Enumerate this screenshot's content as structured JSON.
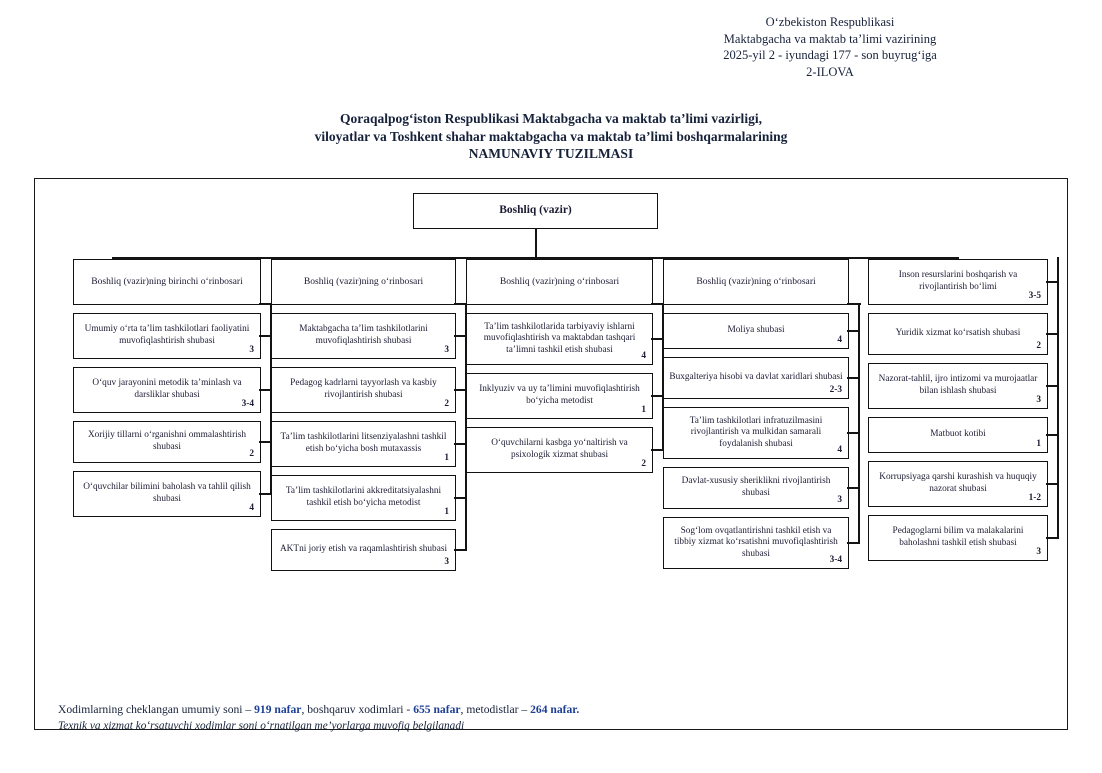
{
  "header": {
    "line1": "O‘zbekiston Respublikasi",
    "line2": "Maktabgacha va maktab ta’limi vazirining",
    "line3": "2025-yil 2 - iyundagi 177 - son buyrug‘iga",
    "line4": "2-ILOVA"
  },
  "title": {
    "line1": "Qoraqalpog‘iston Respublikasi Maktabgacha va maktab ta’limi vazirligi,",
    "line2": "viloyatlar va Toshkent shahar  maktabgacha va maktab ta’limi boshqarmalarining",
    "line3": "NAMUNAVIY TUZILMASI"
  },
  "chart_data": {
    "type": "diagram",
    "root": {
      "label": "Boshliq (vazir)"
    },
    "columns": [
      {
        "head": "Boshliq (vazir)ning birinchi o‘rinbosari",
        "items": [
          {
            "label": "Umumiy o‘rta ta’lim tashkilotlari faoliyatini muvofiqlashtirish shubasi",
            "count": "3"
          },
          {
            "label": "O‘quv jarayonini metodik ta’minlash va darsliklar shubasi",
            "count": "3-4"
          },
          {
            "label": "Xorijiy tillarni o‘rganishni ommalashtirish shubasi",
            "count": "2"
          },
          {
            "label": "O‘quvchilar bilimini baholash va tahlil qilish shubasi",
            "count": "4"
          }
        ]
      },
      {
        "head": "Boshliq (vazir)ning o‘rinbosari",
        "items": [
          {
            "label": "Maktabgacha ta’lim tashkilotlarini muvofiqlashtirish shubasi",
            "count": "3"
          },
          {
            "label": "Pedagog kadrlarni tayyorlash va kasbiy rivojlantirish shubasi",
            "count": "2"
          },
          {
            "label": "Ta’lim tashkilotlarini litsenziyalashni tashkil etish bo‘yicha bosh mutaxassis",
            "count": "1"
          },
          {
            "label": "Ta’lim tashkilotlarini akkreditatsiyalashni tashkil etish bo‘yicha metodist",
            "count": "1"
          },
          {
            "label": "AKTni joriy etish va raqamlashtirish shubasi",
            "count": "3"
          }
        ]
      },
      {
        "head": "Boshliq (vazir)ning o‘rinbosari",
        "items": [
          {
            "label": "Ta’lim tashkilotlarida tarbiyaviy ishlarni muvofiqlashtirish va maktabdan tashqari ta’limni tashkil etish shubasi",
            "count": "4"
          },
          {
            "label": "Inklyuziv va uy ta’limini muvofiqlashtirish bo‘yicha metodist",
            "count": "1"
          },
          {
            "label": "O‘quvchilarni kasbga yo‘naltirish va psixologik xizmat shubasi",
            "count": "2"
          }
        ]
      },
      {
        "head": "Boshliq (vazir)ning o‘rinbosari",
        "items": [
          {
            "label": "Moliya shubasi",
            "count": "4"
          },
          {
            "label": "Buxgalteriya hisobi va davlat xaridlari shubasi",
            "count": "2-3"
          },
          {
            "label": "Ta’lim tashkilotlari infratuzilmasini rivojlantirish va mulkidan samarali foydalanish shubasi",
            "count": "4"
          },
          {
            "label": "Davlat-xususiy sheriklikni rivojlantirish shubasi",
            "count": "3"
          },
          {
            "label": "Sog‘lom ovqatlantirishni tashkil etish va tibbiy xizmat ko‘rsatishni muvofiqlashtirish shubasi",
            "count": "3-4"
          }
        ]
      },
      {
        "head": null,
        "items": [
          {
            "label": "Inson resurslarini boshqarish va rivojlantirish bo‘limi",
            "count": "3-5"
          },
          {
            "label": "Yuridik xizmat ko‘rsatish shubasi",
            "count": "2"
          },
          {
            "label": "Nazorat-tahlil, ijro intizomi va murojaatlar bilan ishlash shubasi",
            "count": "3"
          },
          {
            "label": "Matbuot kotibi",
            "count": "1"
          },
          {
            "label": "Korrupsiyaga qarshi kurashish va huquqiy nazorat shubasi",
            "count": "1-2"
          },
          {
            "label": "Pedagoglarni bilim va malakalarini baholashni tashkil etish shubasi",
            "count": "3"
          }
        ]
      }
    ]
  },
  "footer": {
    "total_prefix": "Xodimlarning cheklangan umumiy soni – ",
    "total_value": "919 nafar",
    "mgmt_prefix": ", boshqaruv xodimlari - ",
    "mgmt_value": "655 nafar",
    "method_prefix": ", metodistlar – ",
    "method_value": "264 nafar.",
    "note": "Texnik va xizmat ko‘rsatuvchi xodimlar soni o‘rnatilgan me’yorlarga muvofiq belgilanadi"
  },
  "accent_color": "#1c3f94"
}
